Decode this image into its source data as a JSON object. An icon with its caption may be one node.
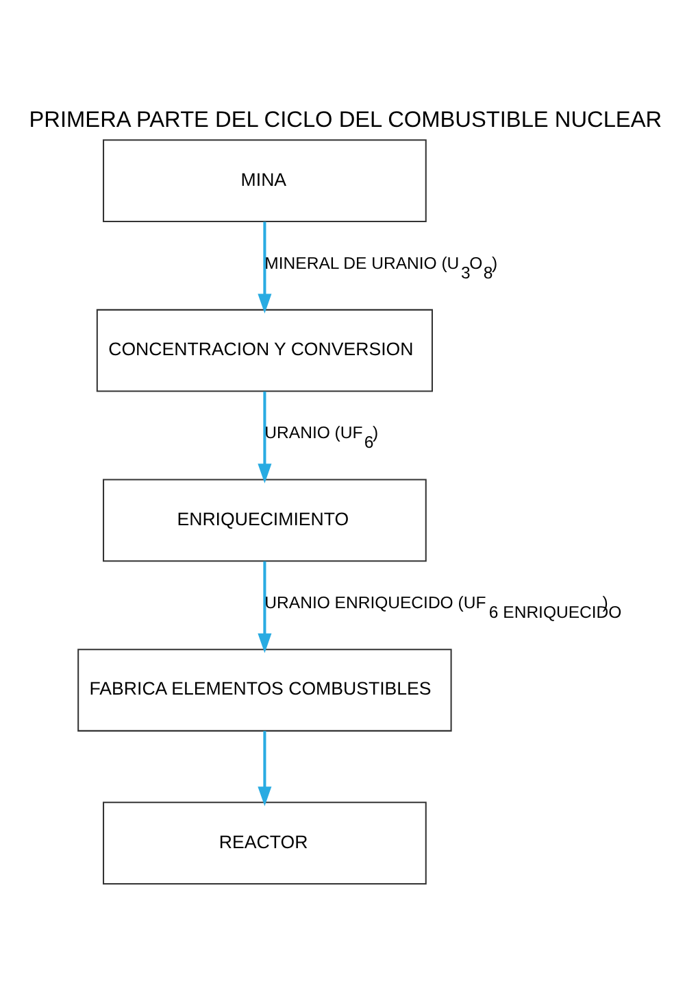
{
  "diagram": {
    "title": "PRIMERA PARTE DEL CICLO DEL COMBUSTIBLE NUCLEAR",
    "nodes": [
      {
        "text": [
          "MINA"
        ]
      },
      {
        "text": [
          "CONCENTRACION Y CONVERSION"
        ]
      },
      {
        "text": [
          "ENRIQUECIMIENTO"
        ]
      },
      {
        "text": [
          "FABRICA ELEMENTOS COMBUSTIBLES"
        ]
      },
      {
        "text": [
          "REACTOR"
        ]
      }
    ],
    "edges": [
      {
        "from": 0,
        "to": 1,
        "arrow": "to",
        "label": "MINERAL DE URANIO (U$_{3}$O$_{8}$)"
      },
      {
        "from": 1,
        "to": 2,
        "arrow": "to",
        "label": "URANIO (UF$_{6}$)"
      },
      {
        "from": 2,
        "to": 3,
        "arrow": "to",
        "label": "URANIO ENRIQUECIDO (UF$_{6 ENRIQUECIDO}$)"
      },
      {
        "from": 3,
        "to": 4,
        "arrow": "to"
      }
    ]
  }
}
